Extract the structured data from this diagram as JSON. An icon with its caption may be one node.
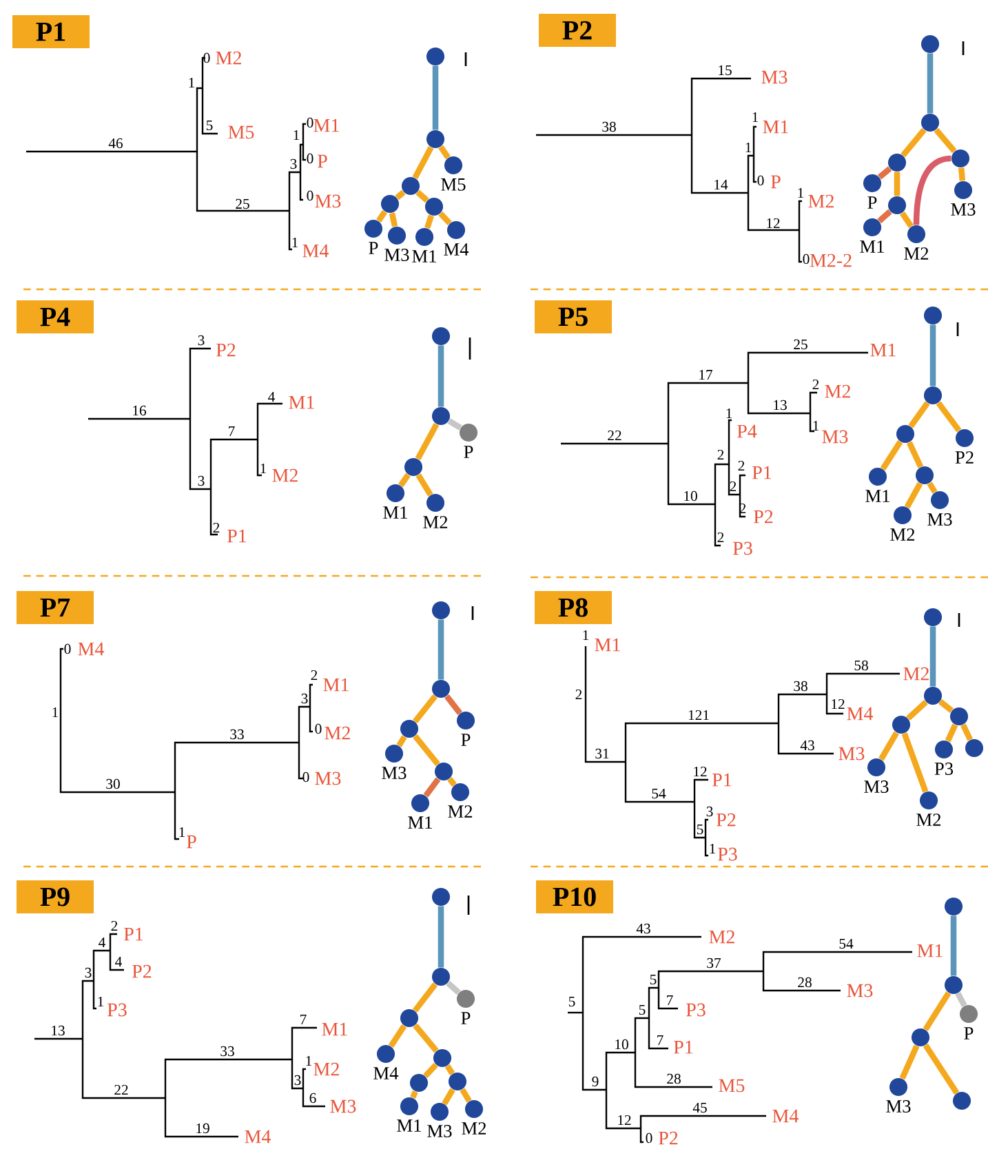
{
  "diagram": {
    "nodes": [
      {
        "text": [
          "P1"
        ]
      },
      {
        "text": [],
        "shape": "circle"
      },
      {
        "text": [],
        "shape": "circle"
      },
      {
        "text": [],
        "shape": "circle",
        "beside": [
          "M5"
        ]
      },
      {
        "text": [],
        "shape": "circle"
      },
      {
        "text": [],
        "shape": "circle"
      },
      {
        "text": [],
        "shape": "circle"
      },
      {
        "text": [],
        "shape": "circle",
        "beside": [
          "P"
        ]
      },
      {
        "text": [],
        "shape": "circle",
        "beside": [
          "M3"
        ]
      },
      {
        "text": [],
        "shape": "circle",
        "beside": [
          "M1"
        ]
      },
      {
        "text": [],
        "shape": "circle",
        "beside": [
          "M4"
        ]
      },
      {
        "text": [
          "P2"
        ]
      },
      {
        "text": [],
        "shape": "circle"
      },
      {
        "text": [],
        "shape": "circle"
      },
      {
        "text": [],
        "shape": "circle"
      },
      {
        "text": [],
        "shape": "circle"
      },
      {
        "text": [],
        "shape": "circle",
        "beside": [
          "P"
        ]
      },
      {
        "text": [],
        "shape": "circle",
        "beside": [
          "M3"
        ]
      },
      {
        "text": [],
        "shape": "circle"
      },
      {
        "text": [],
        "shape": "circle",
        "beside": [
          "M1"
        ]
      },
      {
        "text": [],
        "shape": "circle",
        "beside": [
          "M2"
        ]
      },
      {
        "text": [
          "P4"
        ]
      },
      {
        "text": [],
        "shape": "circle"
      },
      {
        "text": [],
        "shape": "circle"
      },
      {
        "text": [],
        "shape": "circle",
        "beside": [
          "P"
        ]
      },
      {
        "text": [],
        "shape": "circle"
      },
      {
        "text": [],
        "shape": "circle",
        "beside": [
          "M1"
        ]
      },
      {
        "text": [],
        "shape": "circle",
        "beside": [
          "M2"
        ]
      },
      {
        "text": [
          "P5"
        ]
      },
      {
        "text": [],
        "shape": "circle"
      },
      {
        "text": [],
        "shape": "circle"
      },
      {
        "text": [],
        "shape": "circle"
      },
      {
        "text": [],
        "shape": "circle",
        "beside": [
          "P2"
        ]
      },
      {
        "text": [],
        "shape": "circle"
      },
      {
        "text": [],
        "shape": "circle",
        "beside": [
          "M1"
        ]
      },
      {
        "text": [],
        "shape": "circle",
        "beside": [
          "M3"
        ]
      },
      {
        "text": [],
        "shape": "circle",
        "beside": [
          "M2"
        ]
      },
      {
        "text": [
          "P7"
        ]
      },
      {
        "text": [],
        "shape": "circle"
      },
      {
        "text": [],
        "shape": "circle"
      },
      {
        "text": [],
        "shape": "circle",
        "beside": [
          "P"
        ]
      },
      {
        "text": [],
        "shape": "circle"
      },
      {
        "text": [],
        "shape": "circle",
        "beside": [
          "M3"
        ]
      },
      {
        "text": [],
        "shape": "circle"
      },
      {
        "text": [],
        "shape": "circle",
        "beside": [
          "M2"
        ]
      },
      {
        "text": [],
        "shape": "circle",
        "beside": [
          "M1"
        ]
      },
      {
        "text": [
          "P8"
        ]
      },
      {
        "text": [],
        "shape": "circle"
      },
      {
        "text": [],
        "shape": "circle"
      },
      {
        "text": [],
        "shape": "circle"
      },
      {
        "text": [],
        "shape": "circle"
      },
      {
        "text": [],
        "shape": "circle",
        "beside": [
          "P3"
        ]
      },
      {
        "text": [],
        "shape": "circle"
      },
      {
        "text": [],
        "shape": "circle",
        "beside": [
          "M3"
        ]
      },
      {
        "text": [],
        "shape": "circle",
        "beside": [
          "M2"
        ]
      },
      {
        "text": [
          "P9"
        ]
      },
      {
        "text": [],
        "shape": "circle"
      },
      {
        "text": [],
        "shape": "circle"
      },
      {
        "text": [],
        "shape": "circle",
        "beside": [
          "P"
        ]
      },
      {
        "text": [],
        "shape": "circle"
      },
      {
        "text": [],
        "shape": "circle",
        "beside": [
          "M4"
        ]
      },
      {
        "text": [],
        "shape": "circle"
      },
      {
        "text": [],
        "shape": "circle"
      },
      {
        "text": [],
        "shape": "circle"
      },
      {
        "text": [],
        "shape": "circle",
        "beside": [
          "M1"
        ]
      },
      {
        "text": [],
        "shape": "circle",
        "beside": [
          "M2"
        ]
      },
      {
        "text": [],
        "shape": "circle",
        "beside": [
          "M3"
        ]
      },
      {
        "text": [
          "P10"
        ]
      },
      {
        "text": [],
        "shape": "circle"
      },
      {
        "text": [],
        "shape": "circle"
      },
      {
        "text": [],
        "shape": "circle",
        "beside": [
          "P"
        ]
      },
      {
        "text": [],
        "shape": "circle"
      },
      {
        "text": [],
        "shape": "circle",
        "beside": [
          "M3"
        ]
      },
      {
        "text": [],
        "shape": "circle"
      }
    ],
    "edges": [
      {
        "from": 1,
        "to": 2,
        "arrow": "none",
        "color": "#5b95b9"
      },
      {
        "from": 2,
        "to": 3,
        "arrow": "none"
      },
      {
        "from": 2,
        "to": 4,
        "arrow": "none"
      },
      {
        "from": 4,
        "to": 5,
        "arrow": "none"
      },
      {
        "from": 4,
        "to": 6,
        "arrow": "none"
      },
      {
        "from": 5,
        "to": 7,
        "arrow": "none"
      },
      {
        "from": 5,
        "to": 8,
        "arrow": "none"
      },
      {
        "from": 6,
        "to": 9,
        "arrow": "none"
      },
      {
        "from": 6,
        "to": 10,
        "arrow": "none"
      },
      {
        "from": 12,
        "to": 13,
        "arrow": "none",
        "color": "#5b95b9"
      },
      {
        "from": 13,
        "to": 14,
        "arrow": "none"
      },
      {
        "from": 14,
        "to": 16,
        "arrow": "none",
        "color": "#e07246"
      },
      {
        "from": 14,
        "to": 18,
        "arrow": "none"
      },
      {
        "from": 18,
        "to": 19,
        "arrow": "none",
        "color": "#e07246"
      },
      {
        "from": 18,
        "to": 20,
        "arrow": "none"
      },
      {
        "from": 13,
        "to": 15,
        "arrow": "none"
      },
      {
        "from": 15,
        "to": 17,
        "arrow": "none"
      },
      {
        "from": 15,
        "to": 20,
        "arrow": "none",
        "color": "#d95d69"
      },
      {
        "from": 22,
        "to": 23,
        "arrow": "none",
        "color": "#5b95b9"
      },
      {
        "from": 23,
        "to": 24,
        "arrow": "none",
        "color": "#c6c6c6"
      },
      {
        "from": 23,
        "to": 25,
        "arrow": "none"
      },
      {
        "from": 25,
        "to": 26,
        "arrow": "none"
      },
      {
        "from": 25,
        "to": 27,
        "arrow": "none"
      },
      {
        "from": 29,
        "to": 30,
        "arrow": "none",
        "color": "#5b95b9"
      },
      {
        "from": 30,
        "to": 31,
        "arrow": "none"
      },
      {
        "from": 30,
        "to": 32,
        "arrow": "none"
      },
      {
        "from": 31,
        "to": 34,
        "arrow": "none"
      },
      {
        "from": 31,
        "to": 33,
        "arrow": "none"
      },
      {
        "from": 33,
        "to": 36,
        "arrow": "none"
      },
      {
        "from": 33,
        "to": 35,
        "arrow": "none"
      },
      {
        "from": 38,
        "to": 39,
        "arrow": "none",
        "color": "#5b95b9"
      },
      {
        "from": 39,
        "to": 40,
        "arrow": "none",
        "color": "#e07246"
      },
      {
        "from": 39,
        "to": 41,
        "arrow": "none"
      },
      {
        "from": 41,
        "to": 42,
        "arrow": "none"
      },
      {
        "from": 41,
        "to": 43,
        "arrow": "none"
      },
      {
        "from": 43,
        "to": 45,
        "arrow": "none",
        "color": "#e07246"
      },
      {
        "from": 43,
        "to": 44,
        "arrow": "none"
      },
      {
        "from": 47,
        "to": 48,
        "arrow": "none",
        "color": "#5b95b9"
      },
      {
        "from": 48,
        "to": 49,
        "arrow": "none"
      },
      {
        "from": 48,
        "to": 50,
        "arrow": "none"
      },
      {
        "from": 50,
        "to": 51,
        "arrow": "none"
      },
      {
        "from": 50,
        "to": 52,
        "arrow": "none"
      },
      {
        "from": 49,
        "to": 53,
        "arrow": "none"
      },
      {
        "from": 49,
        "to": 54,
        "arrow": "none"
      },
      {
        "from": 56,
        "to": 57,
        "arrow": "none",
        "color": "#5b95b9"
      },
      {
        "from": 57,
        "to": 58,
        "arrow": "none",
        "color": "#c6c6c6"
      },
      {
        "from": 57,
        "to": 59,
        "arrow": "none"
      },
      {
        "from": 59,
        "to": 60,
        "arrow": "none"
      },
      {
        "from": 59,
        "to": 61,
        "arrow": "none"
      },
      {
        "from": 61,
        "to": 62,
        "arrow": "none"
      },
      {
        "from": 61,
        "to": 63,
        "arrow": "none"
      },
      {
        "from": 62,
        "to": 64,
        "arrow": "none"
      },
      {
        "from": 63,
        "to": 66,
        "arrow": "none"
      },
      {
        "from": 63,
        "to": 65,
        "arrow": "none"
      },
      {
        "from": 68,
        "to": 69,
        "arrow": "none",
        "color": "#5b95b9"
      },
      {
        "from": 69,
        "to": 70,
        "arrow": "none",
        "color": "#c6c6c6"
      },
      {
        "from": 69,
        "to": 71,
        "arrow": "none"
      },
      {
        "from": 71,
        "to": 72,
        "arrow": "none"
      },
      {
        "from": 71,
        "to": 73,
        "arrow": "none"
      }
    ],
    "labels": [
      "46",
      "0",
      "M2",
      "1",
      "5",
      "M5",
      "0",
      "M1",
      "1",
      "0",
      "P",
      "3",
      "0",
      "M3",
      "25",
      "1",
      "M4",
      "15",
      "M3",
      "1",
      "M1",
      "38",
      "1",
      "0",
      "P",
      "14",
      "1",
      "M2",
      "12",
      "0",
      "M2-2",
      "3",
      "P2",
      "4",
      "M1",
      "16",
      "7",
      "1",
      "M2",
      "3",
      "2",
      "P1",
      "25",
      "M1",
      "17",
      "2",
      "M2",
      "13",
      "1",
      "1",
      "P4",
      "M3",
      "22",
      "2",
      "2",
      "P1",
      "2",
      "10",
      "2",
      "P2",
      "2",
      "P3",
      "0",
      "M4",
      "2",
      "M1",
      "3",
      "1",
      "0",
      "M2",
      "33",
      "0",
      "M3",
      "30",
      "1",
      "P",
      "1",
      "M1",
      "58",
      "M2",
      "38",
      "2",
      "12",
      "M4",
      "121",
      "43",
      "M3",
      "31",
      "12",
      "P1",
      "54",
      "3",
      "P2",
      "5",
      "1",
      "P3",
      "2",
      "P1",
      "4",
      "4",
      "P2",
      "3",
      "1",
      "P3",
      "7",
      "M1",
      "13",
      "33",
      "1",
      "M2",
      "3",
      "22",
      "6",
      "M3",
      "19",
      "M4",
      "43",
      "M2",
      "54",
      "M1",
      "37",
      "5",
      "28",
      "M3",
      "7",
      "5",
      "P3",
      "5",
      "7",
      "P1",
      "10",
      "28",
      "M5",
      "9",
      "45",
      "M4",
      "12",
      "0",
      "P2"
    ]
  }
}
